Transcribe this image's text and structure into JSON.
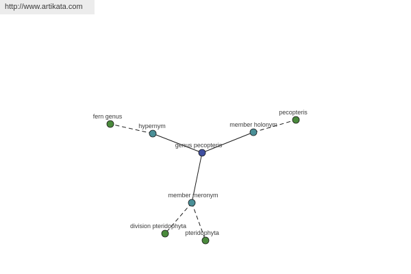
{
  "watermark": "http://www.artikata.com",
  "colors": {
    "center_node": "#3f4fa0",
    "relation_node": "#4a8f97",
    "leaf_node": "#4a8a3c",
    "edge": "#1a1a1a"
  },
  "nodes": {
    "center": {
      "label": "genus pecopteris",
      "kind": "center"
    },
    "hypernym": {
      "label": "hypernym",
      "kind": "relation"
    },
    "member_holonym": {
      "label": "member holonym",
      "kind": "relation"
    },
    "member_meronym": {
      "label": "member meronym",
      "kind": "relation"
    },
    "fern_genus": {
      "label": "fern genus",
      "kind": "leaf"
    },
    "pecopteris": {
      "label": "pecopteris",
      "kind": "leaf"
    },
    "division_pteridophyta": {
      "label": "division pteridophyta",
      "kind": "leaf"
    },
    "pteridophyta": {
      "label": "pteridophyta",
      "kind": "leaf"
    }
  },
  "edges": [
    {
      "from": "center",
      "to": "hypernym",
      "style": "solid"
    },
    {
      "from": "center",
      "to": "member_holonym",
      "style": "solid"
    },
    {
      "from": "center",
      "to": "member_meronym",
      "style": "solid"
    },
    {
      "from": "hypernym",
      "to": "fern_genus",
      "style": "dashed"
    },
    {
      "from": "member_holonym",
      "to": "pecopteris",
      "style": "dashed"
    },
    {
      "from": "member_meronym",
      "to": "division_pteridophyta",
      "style": "dashed"
    },
    {
      "from": "member_meronym",
      "to": "pteridophyta",
      "style": "dashed"
    }
  ]
}
